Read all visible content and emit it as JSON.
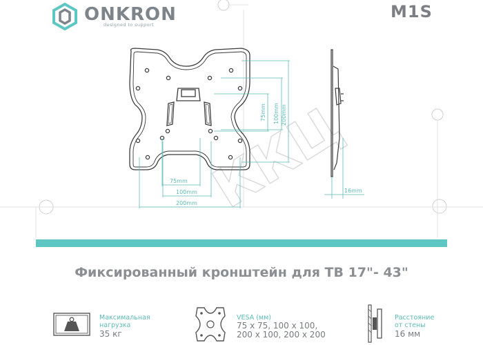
{
  "brand": {
    "name": "ONKRON",
    "tagline": "designed to support",
    "model": "M1S"
  },
  "diagram": {
    "dim_75_horizontal": "75mm",
    "dim_100_horizontal": "100mm",
    "dim_200_horizontal": "200mm",
    "dim_75_vertical": "75mm",
    "dim_100_vertical": "100mm",
    "dim_200_vertical": "200mm",
    "dim_depth": "16mm",
    "watermark": "ККЦ"
  },
  "headline": "Фиксированный кронштейн для ТВ  17\"- 43\"",
  "specs": {
    "load": {
      "label_line1": "Максимальная",
      "label_line2": "нагрузка",
      "value": "35 кг",
      "icon": "weight-icon"
    },
    "vesa": {
      "label": "VESA (мм)",
      "value_line1": "75 x 75, 100 x 100,",
      "value_line2": "200 x 100, 200 x 200",
      "icon": "vesa-plate-icon"
    },
    "distance": {
      "label_line1": "Расстояние",
      "label_line2": "от стены",
      "value": "16 мм",
      "icon": "wall-distance-icon"
    }
  },
  "colors": {
    "accent": "#5ec7c3",
    "dimension_line": "#5bbab6",
    "line_art": "#3a3a3a",
    "watermark": "#dcdcdc"
  }
}
